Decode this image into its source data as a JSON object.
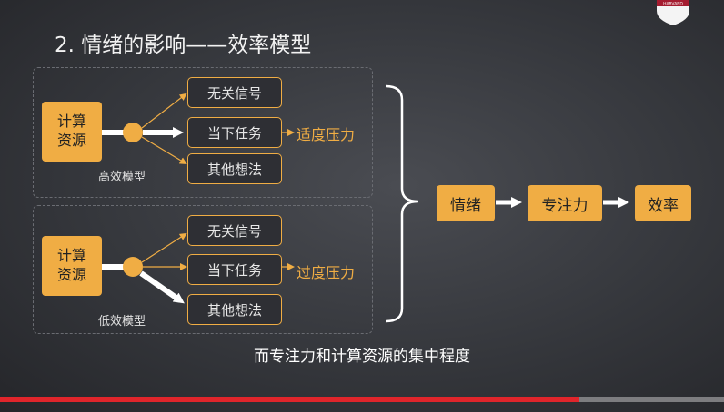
{
  "title": "2. 情绪的影响——效率模型",
  "logo_text": "HARVARD",
  "high_model": {
    "source": "计算\n资源",
    "label": "高效模型",
    "targets": [
      "无关信号",
      "当下任务",
      "其他想法"
    ],
    "pressure": "适度压力"
  },
  "low_model": {
    "source": "计算\n资源",
    "label": "低效模型",
    "targets": [
      "无关信号",
      "当下任务",
      "其他想法"
    ],
    "pressure": "过度压力"
  },
  "flow": [
    "情绪",
    "专注力",
    "效率"
  ],
  "caption": "而专注力和计算资源的集中程度",
  "progress": 0.8,
  "colors": {
    "accent": "#f0ad44",
    "progress": "#e0252b"
  }
}
